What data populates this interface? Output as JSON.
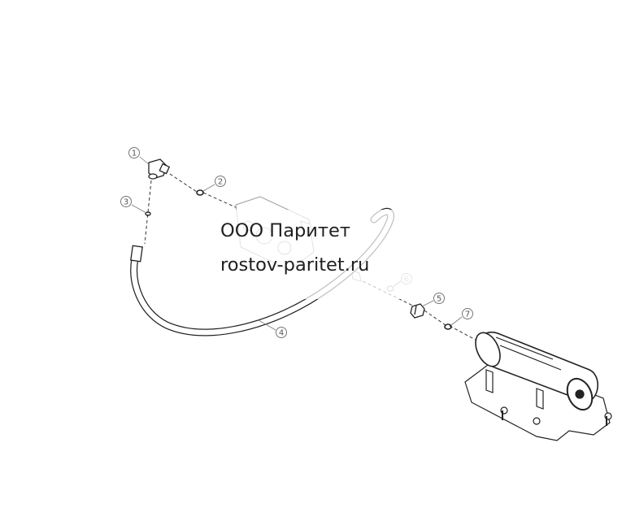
{
  "watermark": {
    "company": "ООО Паритет",
    "website": "rostov-paritet.ru"
  },
  "callouts": [
    {
      "number": "1"
    },
    {
      "number": "2"
    },
    {
      "number": "3"
    },
    {
      "number": "4"
    },
    {
      "number": "5"
    },
    {
      "number": "6"
    },
    {
      "number": "7"
    }
  ],
  "colors": {
    "line": "#222222",
    "faded_part": "#9a9a9a",
    "callout_circle": "#777777"
  }
}
